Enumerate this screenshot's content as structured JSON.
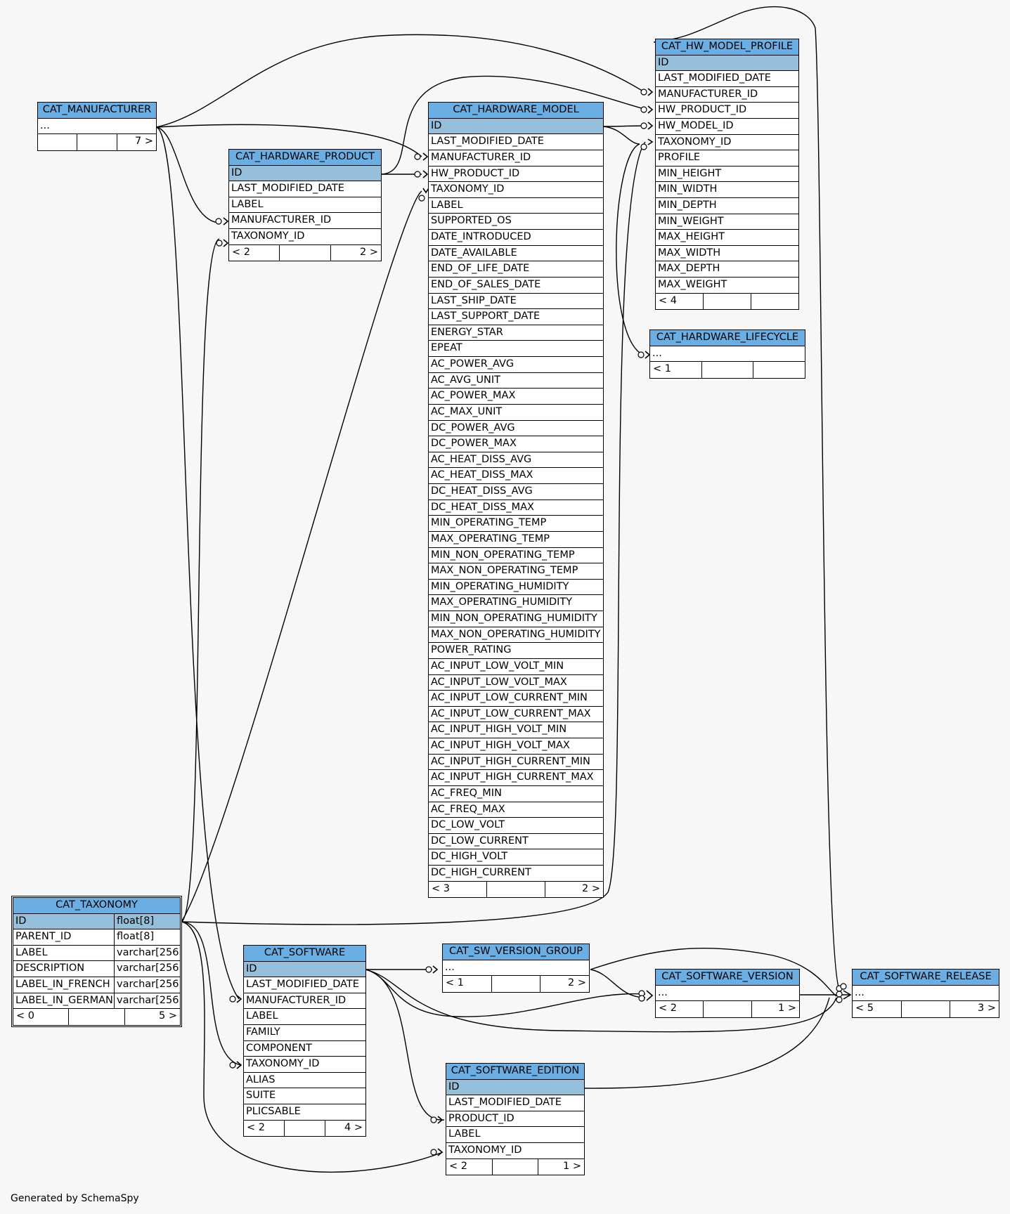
{
  "generated_by": "Generated by SchemaSpy",
  "colors": {
    "header": "#6aaee4",
    "id_row": "#96bfdb",
    "background": "#f7f7f7"
  },
  "tables": [
    {
      "name": "CAT_MANUFACTURER",
      "columns": [
        {
          "name": "..."
        }
      ],
      "footer": [
        "",
        "",
        "7 >"
      ]
    },
    {
      "name": "CAT_HARDWARE_PRODUCT",
      "columns": [
        {
          "name": "ID",
          "key": true
        },
        {
          "name": "LAST_MODIFIED_DATE"
        },
        {
          "name": "LABEL"
        },
        {
          "name": "MANUFACTURER_ID"
        },
        {
          "name": "TAXONOMY_ID"
        }
      ],
      "footer": [
        "< 2",
        "",
        "2 >"
      ]
    },
    {
      "name": "CAT_HARDWARE_MODEL",
      "columns": [
        {
          "name": "ID",
          "key": true
        },
        {
          "name": "LAST_MODIFIED_DATE"
        },
        {
          "name": "MANUFACTURER_ID"
        },
        {
          "name": "HW_PRODUCT_ID"
        },
        {
          "name": "TAXONOMY_ID"
        },
        {
          "name": "LABEL"
        },
        {
          "name": "SUPPORTED_OS"
        },
        {
          "name": "DATE_INTRODUCED"
        },
        {
          "name": "DATE_AVAILABLE"
        },
        {
          "name": "END_OF_LIFE_DATE"
        },
        {
          "name": "END_OF_SALES_DATE"
        },
        {
          "name": "LAST_SHIP_DATE"
        },
        {
          "name": "LAST_SUPPORT_DATE"
        },
        {
          "name": "ENERGY_STAR"
        },
        {
          "name": "EPEAT"
        },
        {
          "name": "AC_POWER_AVG"
        },
        {
          "name": "AC_AVG_UNIT"
        },
        {
          "name": "AC_POWER_MAX"
        },
        {
          "name": "AC_MAX_UNIT"
        },
        {
          "name": "DC_POWER_AVG"
        },
        {
          "name": "DC_POWER_MAX"
        },
        {
          "name": "AC_HEAT_DISS_AVG"
        },
        {
          "name": "AC_HEAT_DISS_MAX"
        },
        {
          "name": "DC_HEAT_DISS_AVG"
        },
        {
          "name": "DC_HEAT_DISS_MAX"
        },
        {
          "name": "MIN_OPERATING_TEMP"
        },
        {
          "name": "MAX_OPERATING_TEMP"
        },
        {
          "name": "MIN_NON_OPERATING_TEMP"
        },
        {
          "name": "MAX_NON_OPERATING_TEMP"
        },
        {
          "name": "MIN_OPERATING_HUMIDITY"
        },
        {
          "name": "MAX_OPERATING_HUMIDITY"
        },
        {
          "name": "MIN_NON_OPERATING_HUMIDITY"
        },
        {
          "name": "MAX_NON_OPERATING_HUMIDITY"
        },
        {
          "name": "POWER_RATING"
        },
        {
          "name": "AC_INPUT_LOW_VOLT_MIN"
        },
        {
          "name": "AC_INPUT_LOW_VOLT_MAX"
        },
        {
          "name": "AC_INPUT_LOW_CURRENT_MIN"
        },
        {
          "name": "AC_INPUT_LOW_CURRENT_MAX"
        },
        {
          "name": "AC_INPUT_HIGH_VOLT_MIN"
        },
        {
          "name": "AC_INPUT_HIGH_VOLT_MAX"
        },
        {
          "name": "AC_INPUT_HIGH_CURRENT_MIN"
        },
        {
          "name": "AC_INPUT_HIGH_CURRENT_MAX"
        },
        {
          "name": "AC_FREQ_MIN"
        },
        {
          "name": "AC_FREQ_MAX"
        },
        {
          "name": "DC_LOW_VOLT"
        },
        {
          "name": "DC_LOW_CURRENT"
        },
        {
          "name": "DC_HIGH_VOLT"
        },
        {
          "name": "DC_HIGH_CURRENT"
        }
      ],
      "footer": [
        "< 3",
        "",
        "2 >"
      ]
    },
    {
      "name": "CAT_HW_MODEL_PROFILE",
      "columns": [
        {
          "name": "ID",
          "key": true
        },
        {
          "name": "LAST_MODIFIED_DATE"
        },
        {
          "name": "MANUFACTURER_ID"
        },
        {
          "name": "HW_PRODUCT_ID"
        },
        {
          "name": "HW_MODEL_ID"
        },
        {
          "name": "TAXONOMY_ID"
        },
        {
          "name": "PROFILE"
        },
        {
          "name": "MIN_HEIGHT"
        },
        {
          "name": "MIN_WIDTH"
        },
        {
          "name": "MIN_DEPTH"
        },
        {
          "name": "MIN_WEIGHT"
        },
        {
          "name": "MAX_HEIGHT"
        },
        {
          "name": "MAX_WIDTH"
        },
        {
          "name": "MAX_DEPTH"
        },
        {
          "name": "MAX_WEIGHT"
        }
      ],
      "footer": [
        "< 4",
        "",
        ""
      ]
    },
    {
      "name": "CAT_HARDWARE_LIFECYCLE",
      "columns": [
        {
          "name": "..."
        }
      ],
      "footer": [
        "< 1",
        "",
        ""
      ]
    },
    {
      "name": "CAT_TAXONOMY",
      "columns": [
        {
          "name": "ID",
          "type": "float[8]",
          "key": true
        },
        {
          "name": "PARENT_ID",
          "type": "float[8]"
        },
        {
          "name": "LABEL",
          "type": "varchar[256]"
        },
        {
          "name": "DESCRIPTION",
          "type": "varchar[256]"
        },
        {
          "name": "LABEL_IN_FRENCH",
          "type": "varchar[256]"
        },
        {
          "name": "LABEL_IN_GERMAN",
          "type": "varchar[256]"
        }
      ],
      "footer": [
        "< 0",
        "",
        "5 >"
      ]
    },
    {
      "name": "CAT_SOFTWARE",
      "columns": [
        {
          "name": "ID",
          "key": true
        },
        {
          "name": "LAST_MODIFIED_DATE"
        },
        {
          "name": "MANUFACTURER_ID"
        },
        {
          "name": "LABEL"
        },
        {
          "name": "FAMILY"
        },
        {
          "name": "COMPONENT"
        },
        {
          "name": "TAXONOMY_ID"
        },
        {
          "name": "ALIAS"
        },
        {
          "name": "SUITE"
        },
        {
          "name": "PLICSABLE"
        }
      ],
      "footer": [
        "< 2",
        "",
        "4 >"
      ]
    },
    {
      "name": "CAT_SW_VERSION_GROUP",
      "columns": [
        {
          "name": "..."
        }
      ],
      "footer": [
        "< 1",
        "",
        "2 >"
      ]
    },
    {
      "name": "CAT_SOFTWARE_VERSION",
      "columns": [
        {
          "name": "..."
        }
      ],
      "footer": [
        "< 2",
        "",
        "1 >"
      ]
    },
    {
      "name": "CAT_SOFTWARE_RELEASE",
      "columns": [
        {
          "name": "..."
        }
      ],
      "footer": [
        "< 5",
        "",
        "3 >"
      ]
    },
    {
      "name": "CAT_SOFTWARE_EDITION",
      "columns": [
        {
          "name": "ID",
          "key": true
        },
        {
          "name": "LAST_MODIFIED_DATE"
        },
        {
          "name": "PRODUCT_ID"
        },
        {
          "name": "LABEL"
        },
        {
          "name": "TAXONOMY_ID"
        }
      ],
      "footer": [
        "< 2",
        "",
        "1 >"
      ]
    }
  ]
}
